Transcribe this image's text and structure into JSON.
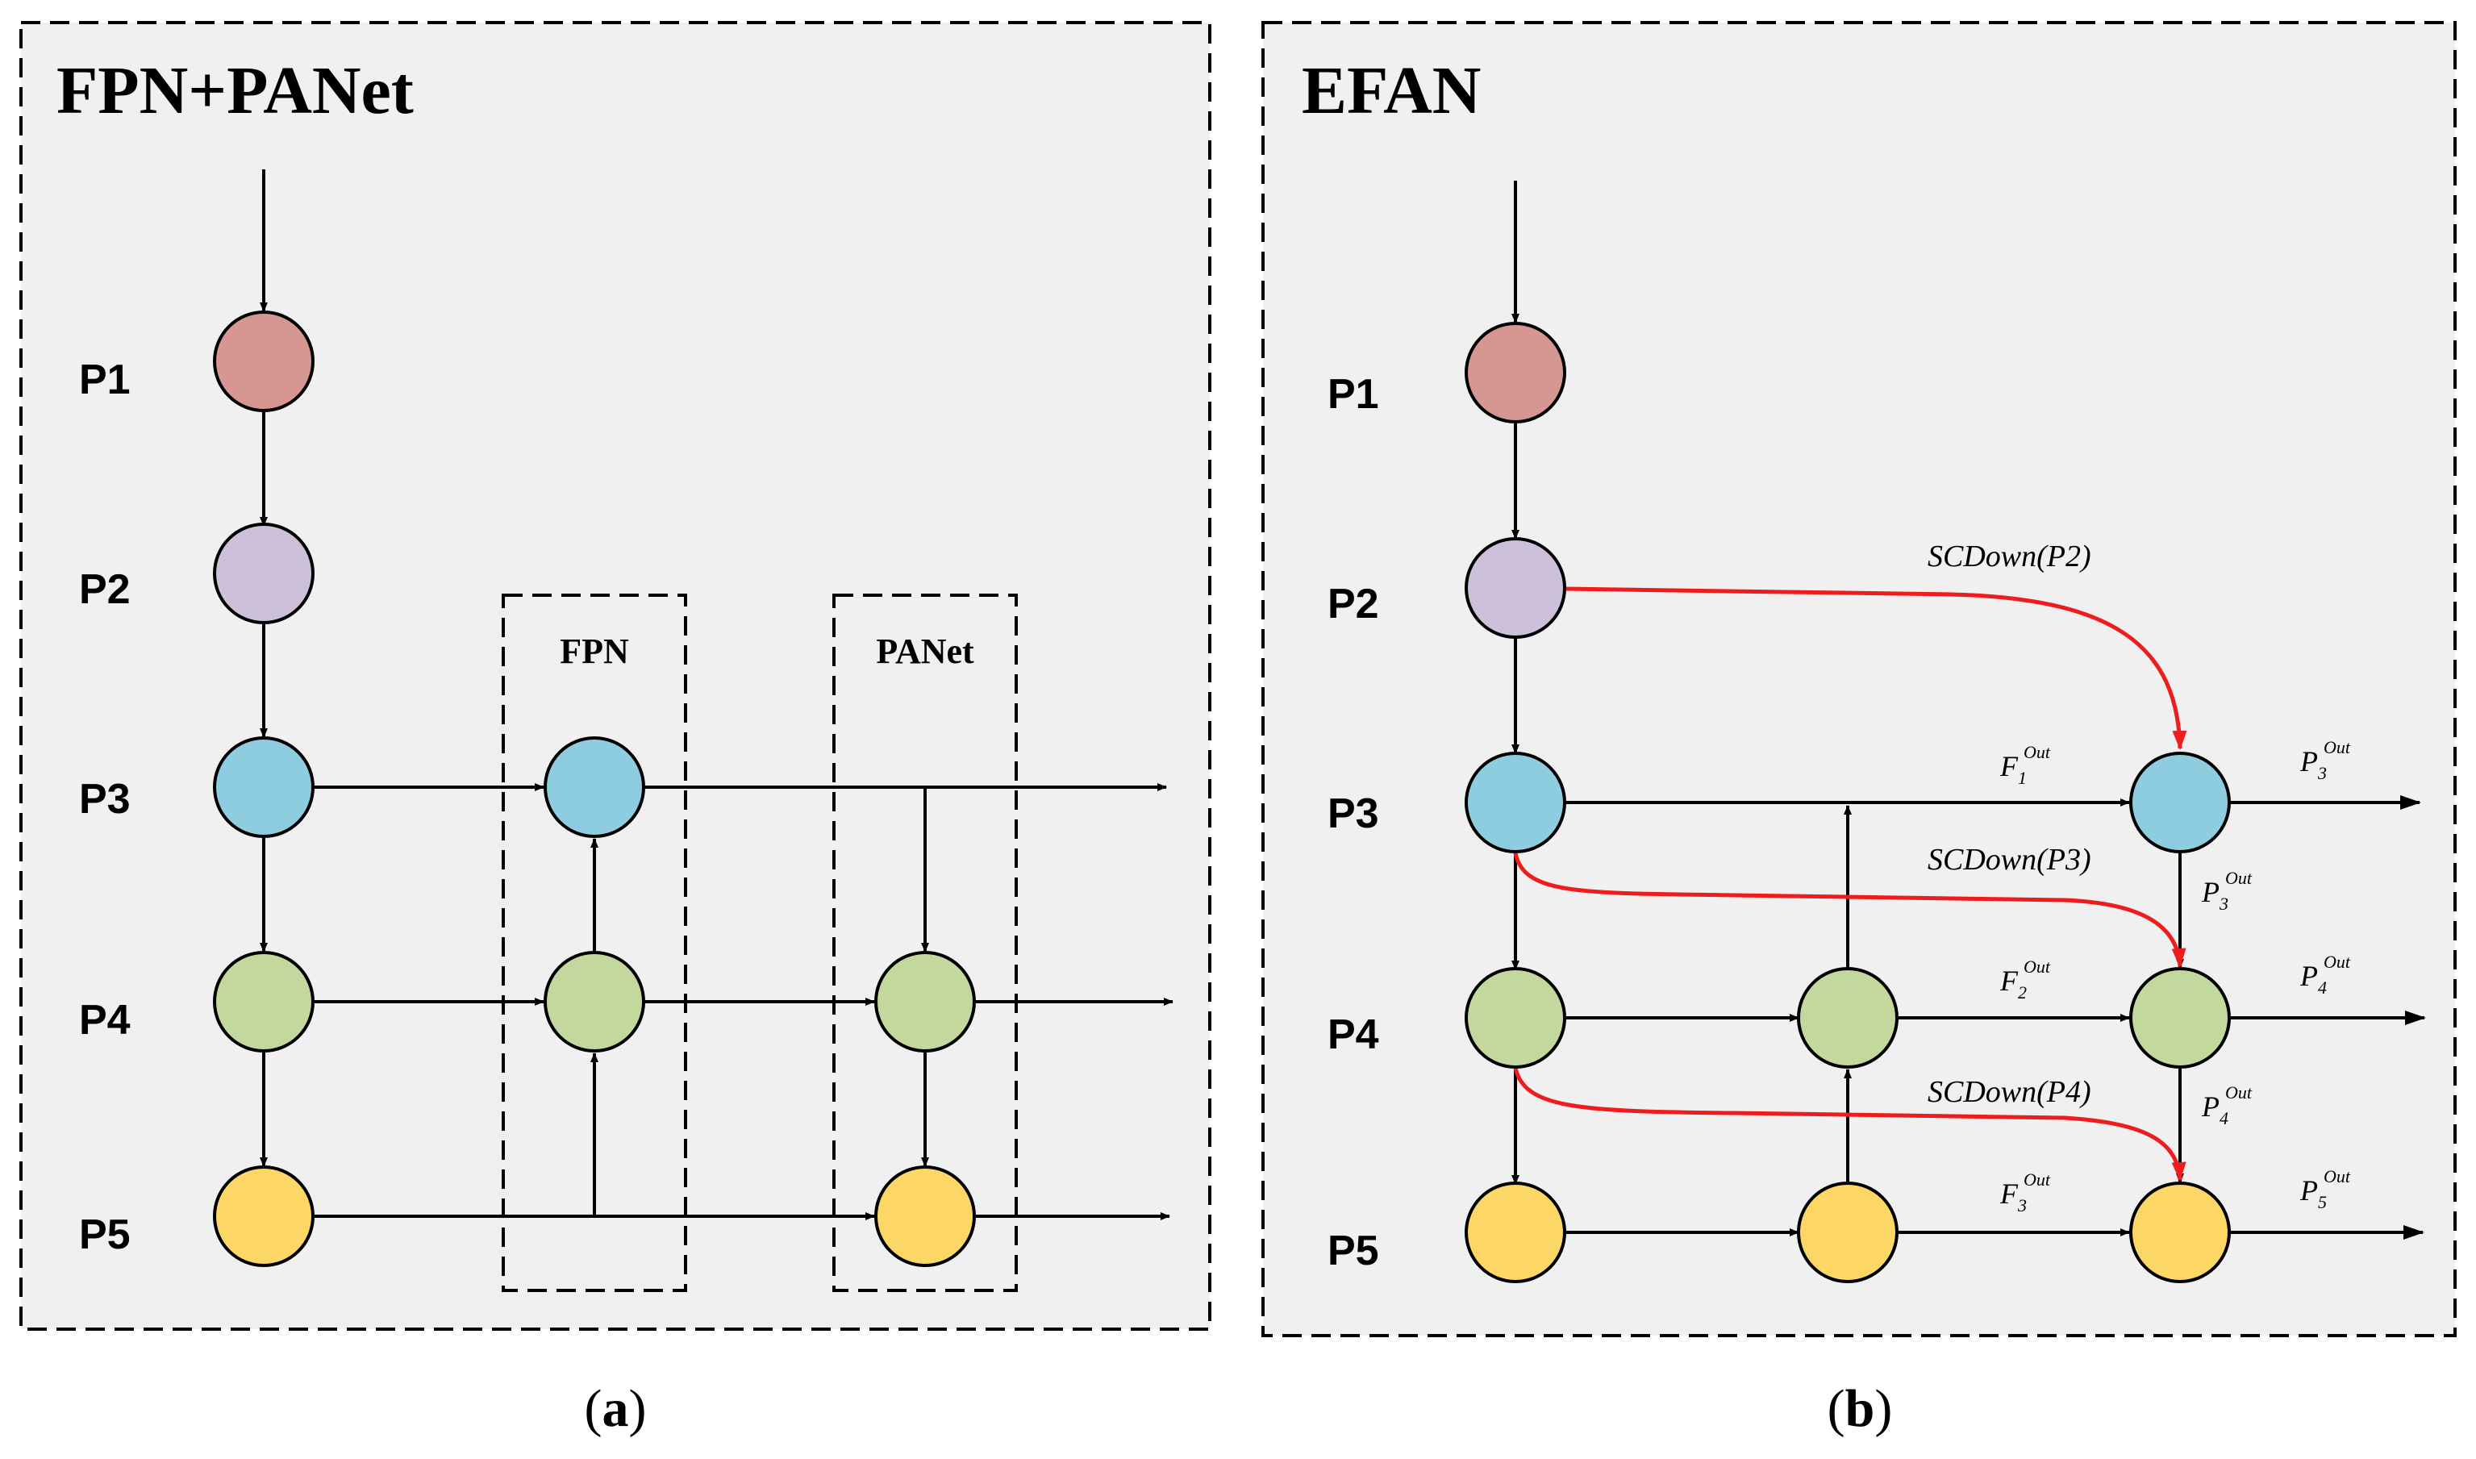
{
  "colors": {
    "panel_bg": "#f0f0f0",
    "p1": "#d69692",
    "p2": "#cdc0db",
    "p3": "#8ecde0",
    "p4": "#c3d89c",
    "p5": "#fdd766",
    "edge": "#000000",
    "sc_arrow": "#ee1c1c"
  },
  "panel_a": {
    "title": "FPN+PANet",
    "levels": [
      "P1",
      "P2",
      "P3",
      "P4",
      "P5"
    ],
    "fpn_label": "FPN",
    "panet_label": "PANet",
    "caption_open": "(",
    "caption_letter": "a",
    "caption_close": ")"
  },
  "panel_b": {
    "title": "EFAN",
    "levels": [
      "P1",
      "P2",
      "P3",
      "P4",
      "P5"
    ],
    "sc_labels": [
      "SCDown(P2)",
      "SCDown(P3)",
      "SCDown(P4)"
    ],
    "f_labels": [
      {
        "base": "F",
        "sub": "1",
        "sup": "Out"
      },
      {
        "base": "F",
        "sub": "2",
        "sup": "Out"
      },
      {
        "base": "F",
        "sub": "3",
        "sup": "Out"
      }
    ],
    "p_out_labels": [
      {
        "base": "P",
        "sub": "3",
        "sup": "Out"
      },
      {
        "base": "P",
        "sub": "4",
        "sup": "Out"
      },
      {
        "base": "P",
        "sub": "5",
        "sup": "Out"
      }
    ],
    "p_mid_labels": [
      {
        "base": "P",
        "sub": "3",
        "sup": "Out"
      },
      {
        "base": "P",
        "sub": "4",
        "sup": "Out"
      }
    ],
    "caption_open": "(",
    "caption_letter": "b",
    "caption_close": ")"
  }
}
